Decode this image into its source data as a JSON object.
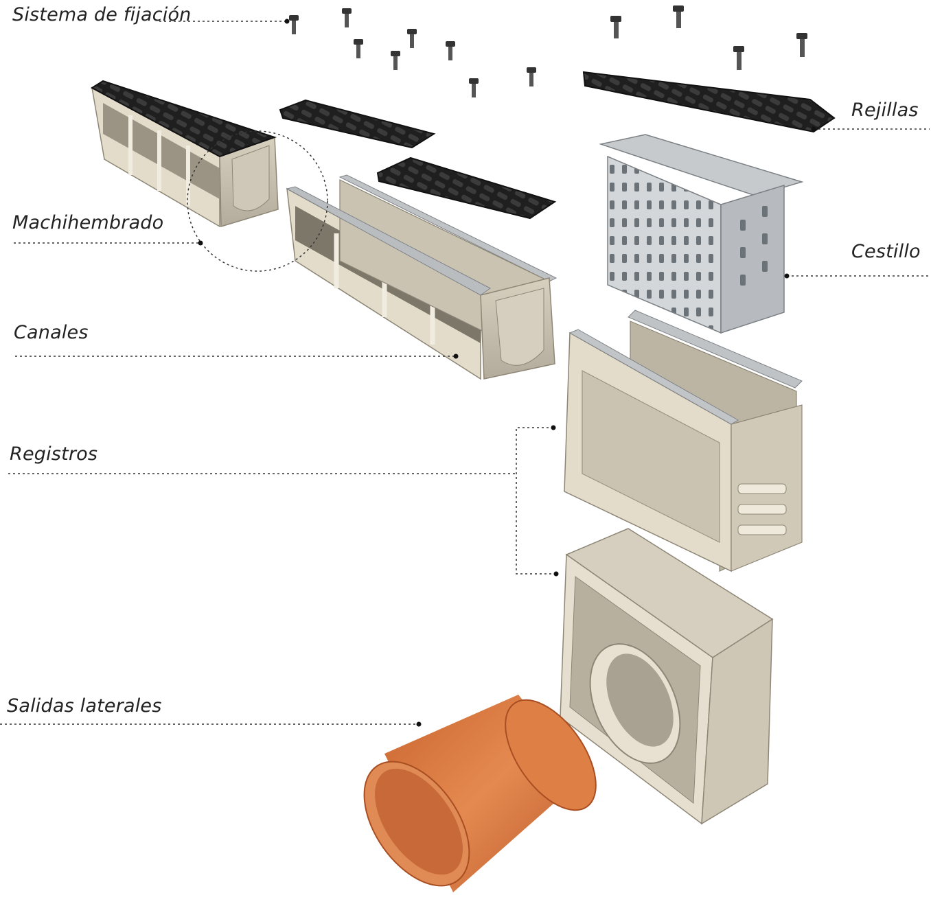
{
  "diagram": {
    "labels": {
      "fixing_system": "Sistema de fijación",
      "gratings": "Rejillas",
      "tongue_groove": "Machihembrado",
      "basket": "Cestillo",
      "channels": "Canales",
      "registers": "Registros",
      "side_outlets": "Salidas laterales"
    },
    "colors": {
      "background": "#ffffff",
      "text": "#222222",
      "leader_line": "#333333",
      "channel_body": "#c9c1b0",
      "channel_light": "#e6dfcf",
      "channel_shadow": "#8f887a",
      "metal_edge": "#b8bcbf",
      "grating": "#2a2a2a",
      "basket_metal": "#c8ccd0",
      "pipe": "#d9783f"
    },
    "icons": [
      "bolt-icon",
      "grating-icon",
      "channel-icon",
      "basket-icon",
      "register-icon",
      "pipe-icon"
    ]
  }
}
